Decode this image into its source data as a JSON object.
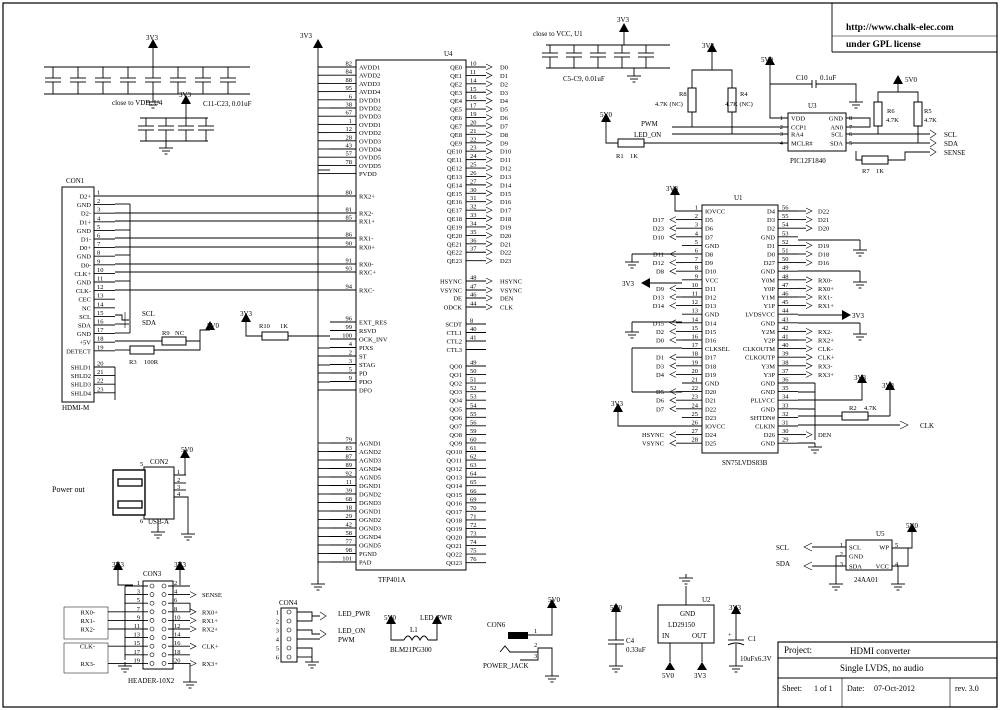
{
  "header": {
    "url": "http://www.chalk-elec.com",
    "license": "under GPL license"
  },
  "title_block": {
    "project_label": "Project:",
    "project": "HDMI converter",
    "description": "Single LVDS, no audio",
    "sheet_label": "Sheet:",
    "sheet": "1 of 1",
    "date_label": "Date:",
    "date": "07-Oct-2012",
    "rev": "rev. 3.0"
  },
  "notes": {
    "vdd_note": "close to VDD, U4",
    "caps_c11": "C11-C23, 0.01uF",
    "vcc_note": "close to VCC, U1",
    "caps_c5": "C5-C9, 0.01uF",
    "power_out": "Power out"
  },
  "rails": {
    "v33": "3V3",
    "v50": "5V0"
  },
  "u4": {
    "ref": "U4",
    "part": "TFP401A",
    "left_pins": [
      [
        "82",
        "AVDD1"
      ],
      [
        "84",
        "AVDD2"
      ],
      [
        "88",
        "AVDD3"
      ],
      [
        "95",
        "AVDD4"
      ],
      [
        "6",
        "DVDD1"
      ],
      [
        "38",
        "DVDD2"
      ],
      [
        "67",
        "DVDD3"
      ],
      [
        "1",
        "OVDD1"
      ],
      [
        "12",
        "OVDD2"
      ],
      [
        "28",
        "OVDD3"
      ],
      [
        "43",
        "OVDD4"
      ],
      [
        "57",
        "OVDD5"
      ],
      [
        "78",
        "OVDD5"
      ],
      [
        "",
        "PVDD"
      ],
      [
        "80",
        "RX2+"
      ],
      [
        "81",
        "RX2-"
      ],
      [
        "85",
        "RX1+"
      ],
      [
        "86",
        "RX1-"
      ],
      [
        "90",
        "RX0+"
      ],
      [
        "91",
        "RX0-"
      ],
      [
        "93",
        "RXC+"
      ],
      [
        "94",
        "RXC-"
      ],
      [
        "96",
        "EXT_RES"
      ],
      [
        "99",
        "RSVD"
      ],
      [
        "100",
        "OCK_INV"
      ],
      [
        "4",
        "PIXS"
      ],
      [
        "2",
        "ST"
      ],
      [
        "3",
        "STAG"
      ],
      [
        "5",
        "PD"
      ],
      [
        "9",
        "PDO"
      ],
      [
        "",
        "DFO"
      ],
      [
        "79",
        "AGND1"
      ],
      [
        "83",
        "AGND2"
      ],
      [
        "87",
        "AGND3"
      ],
      [
        "89",
        "AGND4"
      ],
      [
        "92",
        "AGND5"
      ],
      [
        "11",
        "DGND1"
      ],
      [
        "39",
        "DGND2"
      ],
      [
        "68",
        "DGND3"
      ],
      [
        "18",
        "OGND1"
      ],
      [
        "29",
        "OGND2"
      ],
      [
        "42",
        "OGND3"
      ],
      [
        "58",
        "OGND4"
      ],
      [
        "77",
        "OGND5"
      ],
      [
        "98",
        "PGND"
      ],
      [
        "101",
        "PAD"
      ]
    ],
    "right_pins": [
      [
        "10",
        "QE0",
        "D0"
      ],
      [
        "11",
        "QE1",
        "D1"
      ],
      [
        "14",
        "QE2",
        "D2"
      ],
      [
        "15",
        "QE3",
        "D3"
      ],
      [
        "16",
        "QE4",
        "D4"
      ],
      [
        "17",
        "QE5",
        "D5"
      ],
      [
        "19",
        "QE6",
        "D6"
      ],
      [
        "20",
        "QE7",
        "D7"
      ],
      [
        "21",
        "QE8",
        "D8"
      ],
      [
        "22",
        "QE9",
        "D9"
      ],
      [
        "23",
        "QE10",
        "D10"
      ],
      [
        "24",
        "QE11",
        "D11"
      ],
      [
        "25",
        "QE12",
        "D12"
      ],
      [
        "26",
        "QE13",
        "D13"
      ],
      [
        "27",
        "QE14",
        "D14"
      ],
      [
        "30",
        "QE15",
        "D15"
      ],
      [
        "31",
        "QE16",
        "D16"
      ],
      [
        "32",
        "QE17",
        "D17"
      ],
      [
        "33",
        "QE18",
        "D18"
      ],
      [
        "34",
        "QE19",
        "D19"
      ],
      [
        "35",
        "QE20",
        "D20"
      ],
      [
        "36",
        "QE21",
        "D21"
      ],
      [
        "37",
        "QE22",
        "D22"
      ],
      [
        "",
        "QE23",
        "D23"
      ],
      [
        "48",
        "HSYNC",
        "HSYNC"
      ],
      [
        "47",
        "VSYNC",
        "VSYNC"
      ],
      [
        "46",
        "DE",
        "DEN"
      ],
      [
        "44",
        "ODCK",
        "CLK"
      ],
      [
        "8",
        "SCDT",
        ""
      ],
      [
        "40",
        "CTL1",
        ""
      ],
      [
        "41",
        "CTL2",
        ""
      ],
      [
        "",
        "CTL3",
        ""
      ],
      [
        "49",
        "QO0",
        ""
      ],
      [
        "50",
        "QO1",
        ""
      ],
      [
        "51",
        "QO2",
        ""
      ],
      [
        "52",
        "QO3",
        ""
      ],
      [
        "53",
        "QO4",
        ""
      ],
      [
        "54",
        "QO5",
        ""
      ],
      [
        "55",
        "QO6",
        ""
      ],
      [
        "56",
        "QO7",
        ""
      ],
      [
        "59",
        "QO8",
        ""
      ],
      [
        "60",
        "QO9",
        ""
      ],
      [
        "61",
        "QO10",
        ""
      ],
      [
        "62",
        "QO11",
        ""
      ],
      [
        "63",
        "QO12",
        ""
      ],
      [
        "64",
        "QO13",
        ""
      ],
      [
        "65",
        "QO14",
        ""
      ],
      [
        "66",
        "QO15",
        ""
      ],
      [
        "69",
        "QO16",
        ""
      ],
      [
        "70",
        "QO17",
        ""
      ],
      [
        "71",
        "QO18",
        ""
      ],
      [
        "72",
        "QO19",
        ""
      ],
      [
        "73",
        "QO20",
        ""
      ],
      [
        "74",
        "QO21",
        ""
      ],
      [
        "75",
        "QO22",
        ""
      ],
      [
        "76",
        "QO23",
        ""
      ]
    ]
  },
  "con1": {
    "ref": "CON1",
    "part": "HDMI-M",
    "pins": [
      [
        "1",
        "D2+"
      ],
      [
        "2",
        "GND"
      ],
      [
        "3",
        "D2-"
      ],
      [
        "4",
        "D1+"
      ],
      [
        "5",
        "GND"
      ],
      [
        "6",
        "D1-"
      ],
      [
        "7",
        "D0+"
      ],
      [
        "8",
        "GND"
      ],
      [
        "9",
        "D0-"
      ],
      [
        "10",
        "CLK+"
      ],
      [
        "11",
        "GND"
      ],
      [
        "12",
        "CLK-"
      ],
      [
        "13",
        "CEC"
      ],
      [
        "14",
        "NC"
      ],
      [
        "15",
        "SCL"
      ],
      [
        "16",
        "SDA"
      ],
      [
        "17",
        "GND"
      ],
      [
        "18",
        "+5V"
      ],
      [
        "19",
        "DETECT"
      ],
      [
        "20",
        "SHLD1"
      ],
      [
        "21",
        "SHLD2"
      ],
      [
        "22",
        "SHLD3"
      ],
      [
        "23",
        "SHLD4"
      ]
    ],
    "nets_right": {
      "scl": "SCL",
      "sda": "SDA"
    }
  },
  "resistors": {
    "r9": "R9",
    "r9_val": "NC",
    "r3": "R3",
    "r3_val": "100R",
    "r10": "R10",
    "r10_val": "1K",
    "r8": "R8",
    "r8_val": "4.7K (NC)",
    "r4": "R4",
    "r4_val": "4.7K (NC)",
    "r6": "R6",
    "r6_val": "4.7K",
    "r5": "R5",
    "r5_val": "4.7K",
    "r1": "R1",
    "r1_val": "1K",
    "r7": "R7",
    "r7_val": "1K",
    "r2": "R2",
    "r2_val": "4.7K"
  },
  "u3": {
    "ref": "U3",
    "part": "PIC12F1840",
    "left": [
      [
        "1",
        "VDD"
      ],
      [
        "2",
        "CCP1"
      ],
      [
        "3",
        "RA4"
      ],
      [
        "4",
        "MCLR#"
      ]
    ],
    "right": [
      [
        "8",
        "GND"
      ],
      [
        "7",
        "AN0"
      ],
      [
        "6",
        "SCL"
      ],
      [
        "5",
        "SDA"
      ]
    ],
    "c10": "C10",
    "c10_val": "0.1uF",
    "pwm": "PWM",
    "led_on": "LED_ON",
    "nets": [
      "SCL",
      "SDA",
      "SENSE"
    ]
  },
  "u1": {
    "ref": "U1",
    "part": "SN75LVDS83B",
    "left": [
      [
        "1",
        "IOVCC",
        "",
        ""
      ],
      [
        "2",
        "D5",
        "D17",
        ""
      ],
      [
        "3",
        "D6",
        "D23",
        ""
      ],
      [
        "4",
        "D7",
        "D10",
        ""
      ],
      [
        "5",
        "GND",
        "",
        ""
      ],
      [
        "6",
        "D8",
        "D11",
        ""
      ],
      [
        "7",
        "D9",
        "D12",
        ""
      ],
      [
        "8",
        "D10",
        "D8",
        ""
      ],
      [
        "9",
        "VCC",
        "",
        ""
      ],
      [
        "10",
        "D11",
        "D9",
        ""
      ],
      [
        "11",
        "D12",
        "D13",
        ""
      ],
      [
        "12",
        "D13",
        "D14",
        ""
      ],
      [
        "13",
        "GND",
        "",
        ""
      ],
      [
        "14",
        "D14",
        "D15",
        ""
      ],
      [
        "15",
        "D15",
        "D2",
        ""
      ],
      [
        "16",
        "D16",
        "D0",
        ""
      ],
      [
        "17",
        "CLKSEL",
        "",
        ""
      ],
      [
        "18",
        "D17",
        "D1",
        ""
      ],
      [
        "19",
        "D18",
        "D3",
        ""
      ],
      [
        "20",
        "D19",
        "D4",
        ""
      ],
      [
        "21",
        "GND",
        "",
        ""
      ],
      [
        "22",
        "D20",
        "D5",
        ""
      ],
      [
        "23",
        "D21",
        "D6",
        ""
      ],
      [
        "24",
        "D22",
        "D7",
        ""
      ],
      [
        "25",
        "D23",
        "",
        ""
      ],
      [
        "26",
        "IOVCC",
        "",
        ""
      ],
      [
        "27",
        "D24",
        "HSYNC",
        ""
      ],
      [
        "28",
        "D25",
        "VSYNC",
        ""
      ]
    ],
    "right": [
      [
        "56",
        "D4",
        "D22"
      ],
      [
        "55",
        "D3",
        "D21"
      ],
      [
        "54",
        "D2",
        "D20"
      ],
      [
        "53",
        "GND",
        ""
      ],
      [
        "52",
        "D1",
        "D19"
      ],
      [
        "51",
        "D0",
        "D18"
      ],
      [
        "50",
        "D27",
        "D16"
      ],
      [
        "49",
        "GND",
        ""
      ],
      [
        "48",
        "Y0M",
        "RX0-"
      ],
      [
        "47",
        "Y0P",
        "RX0+"
      ],
      [
        "46",
        "Y1M",
        "RX1-"
      ],
      [
        "45",
        "Y1P",
        "RX1+"
      ],
      [
        "44",
        "LVDSVCC",
        ""
      ],
      [
        "43",
        "GND",
        ""
      ],
      [
        "42",
        "Y2M",
        "RX2-"
      ],
      [
        "41",
        "Y2P",
        "RX2+"
      ],
      [
        "40",
        "CLKOUTM",
        "CLK-"
      ],
      [
        "39",
        "CLKOUTP",
        "CLK+"
      ],
      [
        "38",
        "Y3M",
        "RX3-"
      ],
      [
        "37",
        "Y3P",
        "RX3+"
      ],
      [
        "36",
        "GND",
        ""
      ],
      [
        "35",
        "GND",
        ""
      ],
      [
        "34",
        "PLLVCC",
        ""
      ],
      [
        "33",
        "GND",
        ""
      ],
      [
        "32",
        "SHTDN#",
        ""
      ],
      [
        "31",
        "CLKIN",
        "CLK"
      ],
      [
        "30",
        "D26",
        "DEN"
      ],
      [
        "29",
        "GND",
        ""
      ]
    ]
  },
  "con3": {
    "ref": "CON3",
    "part": "HEADER-10X2",
    "left": [
      [
        "1",
        ""
      ],
      [
        "3",
        ""
      ],
      [
        "5",
        ""
      ],
      [
        "7",
        "RX0-"
      ],
      [
        "9",
        "RX1-"
      ],
      [
        "11",
        "RX2-"
      ],
      [
        "13",
        ""
      ],
      [
        "15",
        "CLK-"
      ],
      [
        "17",
        ""
      ],
      [
        "19",
        "RX3-"
      ]
    ],
    "right": [
      [
        "2",
        ""
      ],
      [
        "4",
        "SENSE"
      ],
      [
        "6",
        ""
      ],
      [
        "8",
        "RX0+"
      ],
      [
        "10",
        "RX1+"
      ],
      [
        "12",
        "RX2+"
      ],
      [
        "14",
        ""
      ],
      [
        "16",
        "CLK+"
      ],
      [
        "18",
        ""
      ],
      [
        "20",
        "RX3+"
      ]
    ]
  },
  "con2": {
    "ref": "CON2",
    "part": "USB-A",
    "pins": [
      "1",
      "2",
      "3",
      "4",
      "6",
      "5"
    ]
  },
  "con4": {
    "ref": "CON4",
    "nets": [
      "LED_PWR",
      "LED_ON",
      "PWM"
    ],
    "pins": [
      "1",
      "2",
      "3",
      "4",
      "5",
      "6"
    ]
  },
  "l1": {
    "ref": "L1",
    "part": "BLM21PG300",
    "left": "5V0",
    "right": "LED_PWR"
  },
  "con6": {
    "ref": "CON6",
    "part": "POWER_JACK",
    "pins": [
      "1",
      "2",
      "3"
    ]
  },
  "c4": {
    "ref": "C4",
    "val": "0.33uF"
  },
  "u2": {
    "ref": "U2",
    "part": "LD29150",
    "gnd": "GND",
    "in": "IN",
    "out": "OUT"
  },
  "c1": {
    "ref": "C1",
    "val": "10uFx6.3V"
  },
  "u5": {
    "ref": "U5",
    "part": "24AA01",
    "left": [
      [
        "1",
        "SCL"
      ],
      [
        "2",
        "GND"
      ],
      [
        "3",
        "SDA"
      ]
    ],
    "right": [
      [
        "5",
        "WP"
      ],
      [
        "",
        ""
      ],
      [
        "4",
        "VCC"
      ]
    ],
    "nets": [
      "SCL",
      "SDA"
    ]
  }
}
